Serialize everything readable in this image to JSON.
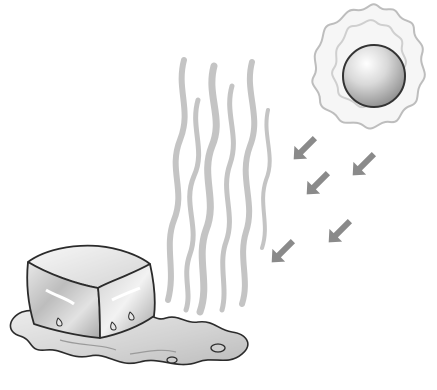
{
  "illustration": {
    "subjects": [
      "sun",
      "heat-rays",
      "steam",
      "ice-cube",
      "meltwater-puddle"
    ],
    "colors": {
      "background": "#ffffff",
      "outline": "#2b2b2b",
      "arrow": "#8a8a8a",
      "steam": "#c4c4c4",
      "sun_glow": "#d6d6d6",
      "sun_fill_light": "#ffffff",
      "sun_fill_dark": "#8c8c8c",
      "ice_light": "#f4f4f4",
      "ice_mid": "#cfcfcf",
      "ice_dark": "#9e9e9e",
      "puddle": "#dcdcdc"
    },
    "icons": {
      "sun": "sun-icon",
      "arrow": "down-left-arrow-icon",
      "steam": "steam-wisp-icon",
      "ice": "ice-cube-icon",
      "puddle": "puddle-icon"
    }
  }
}
